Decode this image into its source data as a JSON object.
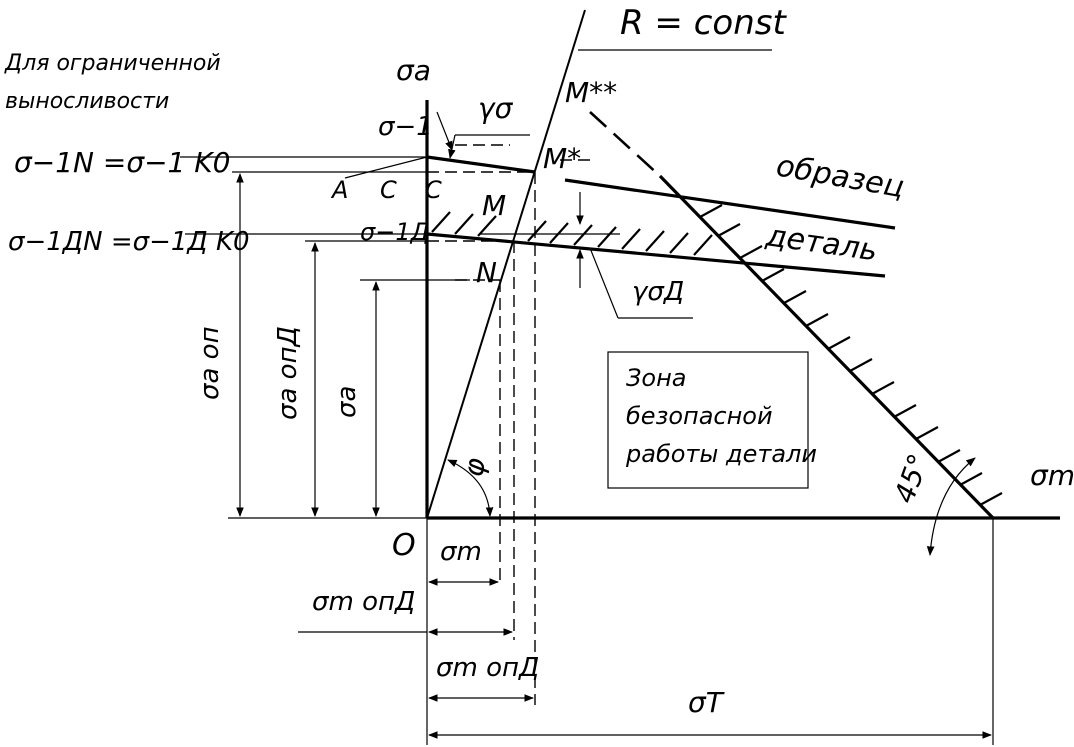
{
  "header": {
    "limited_line1": "Для ограниченной",
    "limited_line2": "выносливости"
  },
  "labels": {
    "r_const": "R = const",
    "sigma_a_axis": "σa",
    "sigma_m_axis": "σm",
    "origin": "O",
    "m_star_star": "M**",
    "m_star": "M*",
    "m": "M",
    "n": "N",
    "a": "A",
    "c1": "C",
    "c2": "C",
    "sigma_minus1": "σ−1",
    "sigma_minus1d": "σ−1Д",
    "gamma_sigma": "γσ",
    "gamma_sigma_d": "γσД",
    "obrazec": "образец",
    "detal": "деталь",
    "formula_1n": "σ−1N =σ−1 K0",
    "formula_1dn": "σ−1ДN =σ−1Д K0",
    "sigma_a_op": "σa оп",
    "sigma_a_opd": "σa опД",
    "sigma_a": "σa",
    "phi": "φ",
    "angle_45": "45°",
    "sigma_m_bottom": "σm",
    "sigma_m_opd_1": "σm опД",
    "sigma_m_opd_2": "σm опД",
    "sigma_t": "σT"
  },
  "zone": {
    "line1": "Зона",
    "line2": "безопасной",
    "line3": "работы детали"
  }
}
